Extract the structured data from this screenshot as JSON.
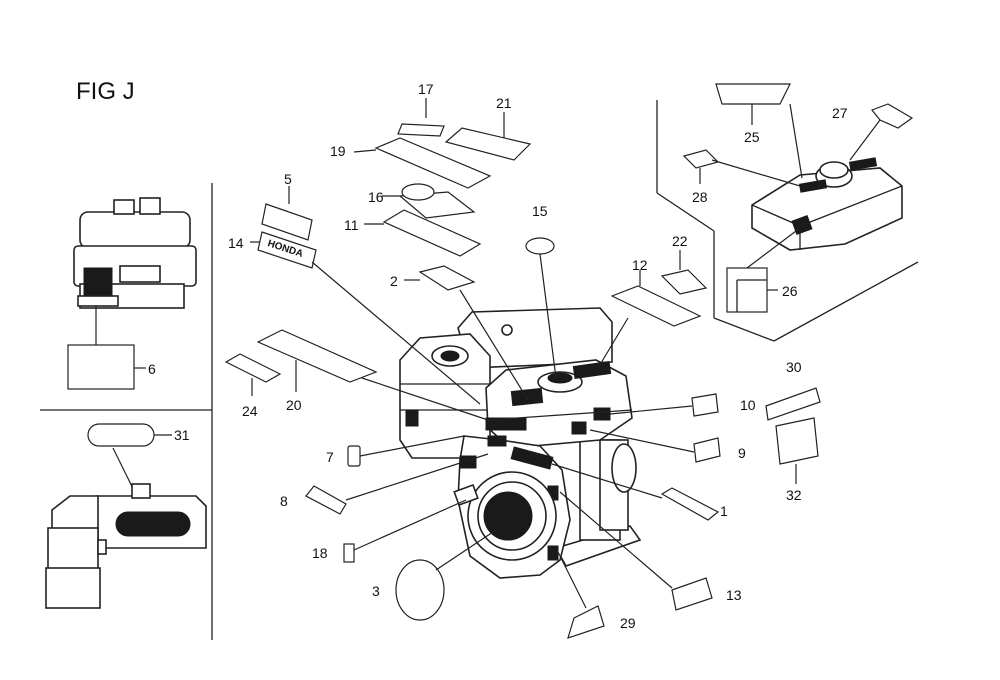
{
  "figure": {
    "title": "FIG J"
  },
  "callouts": [
    "1",
    "2",
    "3",
    "5",
    "6",
    "7",
    "8",
    "9",
    "10",
    "11",
    "12",
    "13",
    "14",
    "15",
    "16",
    "17",
    "18",
    "19",
    "20",
    "21",
    "22",
    "24",
    "25",
    "26",
    "27",
    "28",
    "29",
    "30",
    "31",
    "32"
  ],
  "logo_text": "HONDA"
}
